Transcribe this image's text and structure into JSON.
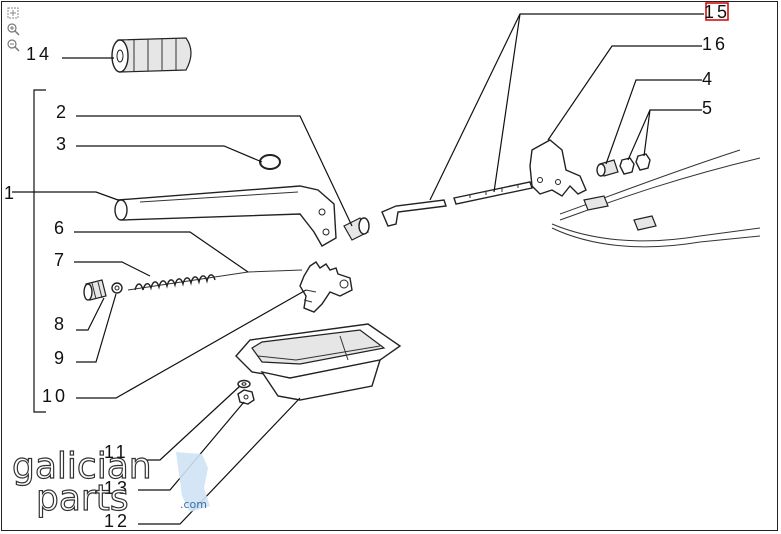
{
  "toolbar": {
    "fit_icon": "fit-page-icon",
    "zoom_in_icon": "zoom-in-icon",
    "zoom_out_icon": "zoom-out-icon"
  },
  "callouts": {
    "c1": "1",
    "c2": "2",
    "c3": "3",
    "c4": "4",
    "c5": "5",
    "c6": "6",
    "c7": "7",
    "c8": "8",
    "c9": "9",
    "c10": "10",
    "c11": "11",
    "c12": "12",
    "c13": "13",
    "c14": "14",
    "c15": "15",
    "c16": "16"
  },
  "highlight_color": "#d00000",
  "watermark": {
    "line1": "galician",
    "line2": "parts",
    "suffix": ".com"
  }
}
